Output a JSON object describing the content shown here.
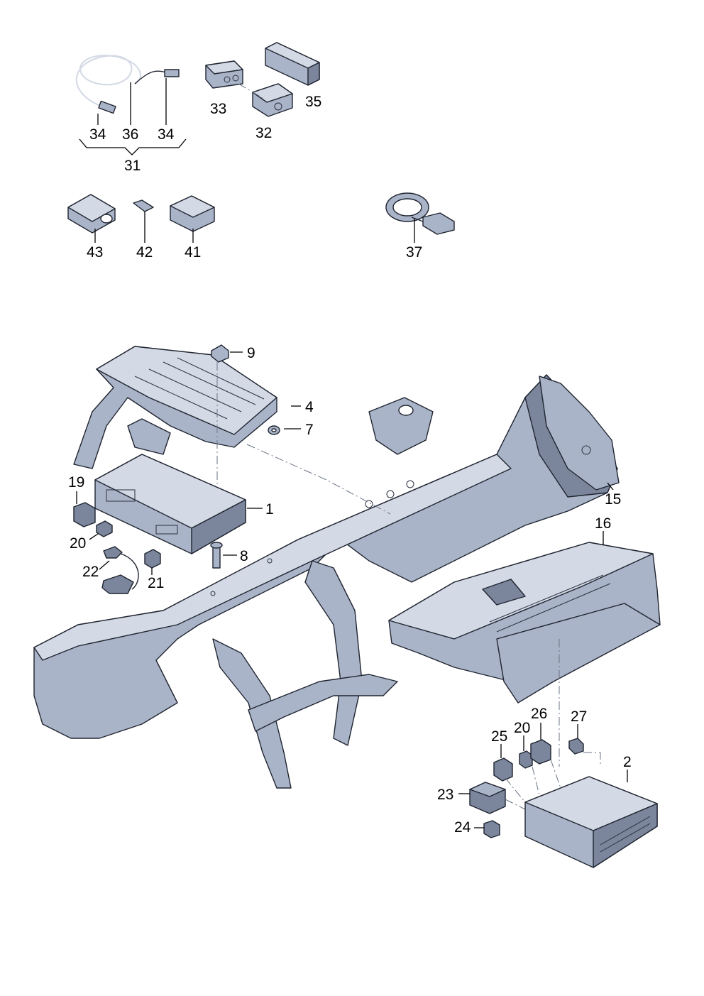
{
  "colors": {
    "part_fill": "#aab4c8",
    "part_light": "#d3d9e5",
    "part_dark": "#7b869c",
    "outline": "#1f2430",
    "background": "#ffffff"
  },
  "callouts": {
    "c1": "1",
    "c2": "2",
    "c4": "4",
    "c7": "7",
    "c8": "8",
    "c9": "9",
    "c15": "15",
    "c16": "16",
    "c19": "19",
    "c20a": "20",
    "c20b": "20",
    "c21": "21",
    "c22": "22",
    "c23": "23",
    "c24": "24",
    "c25": "25",
    "c26": "26",
    "c27": "27",
    "c31": "31",
    "c32": "32",
    "c33": "33",
    "c34a": "34",
    "c34b": "34",
    "c35": "35",
    "c36": "36",
    "c37": "37",
    "c41": "41",
    "c42": "42",
    "c43": "43"
  }
}
